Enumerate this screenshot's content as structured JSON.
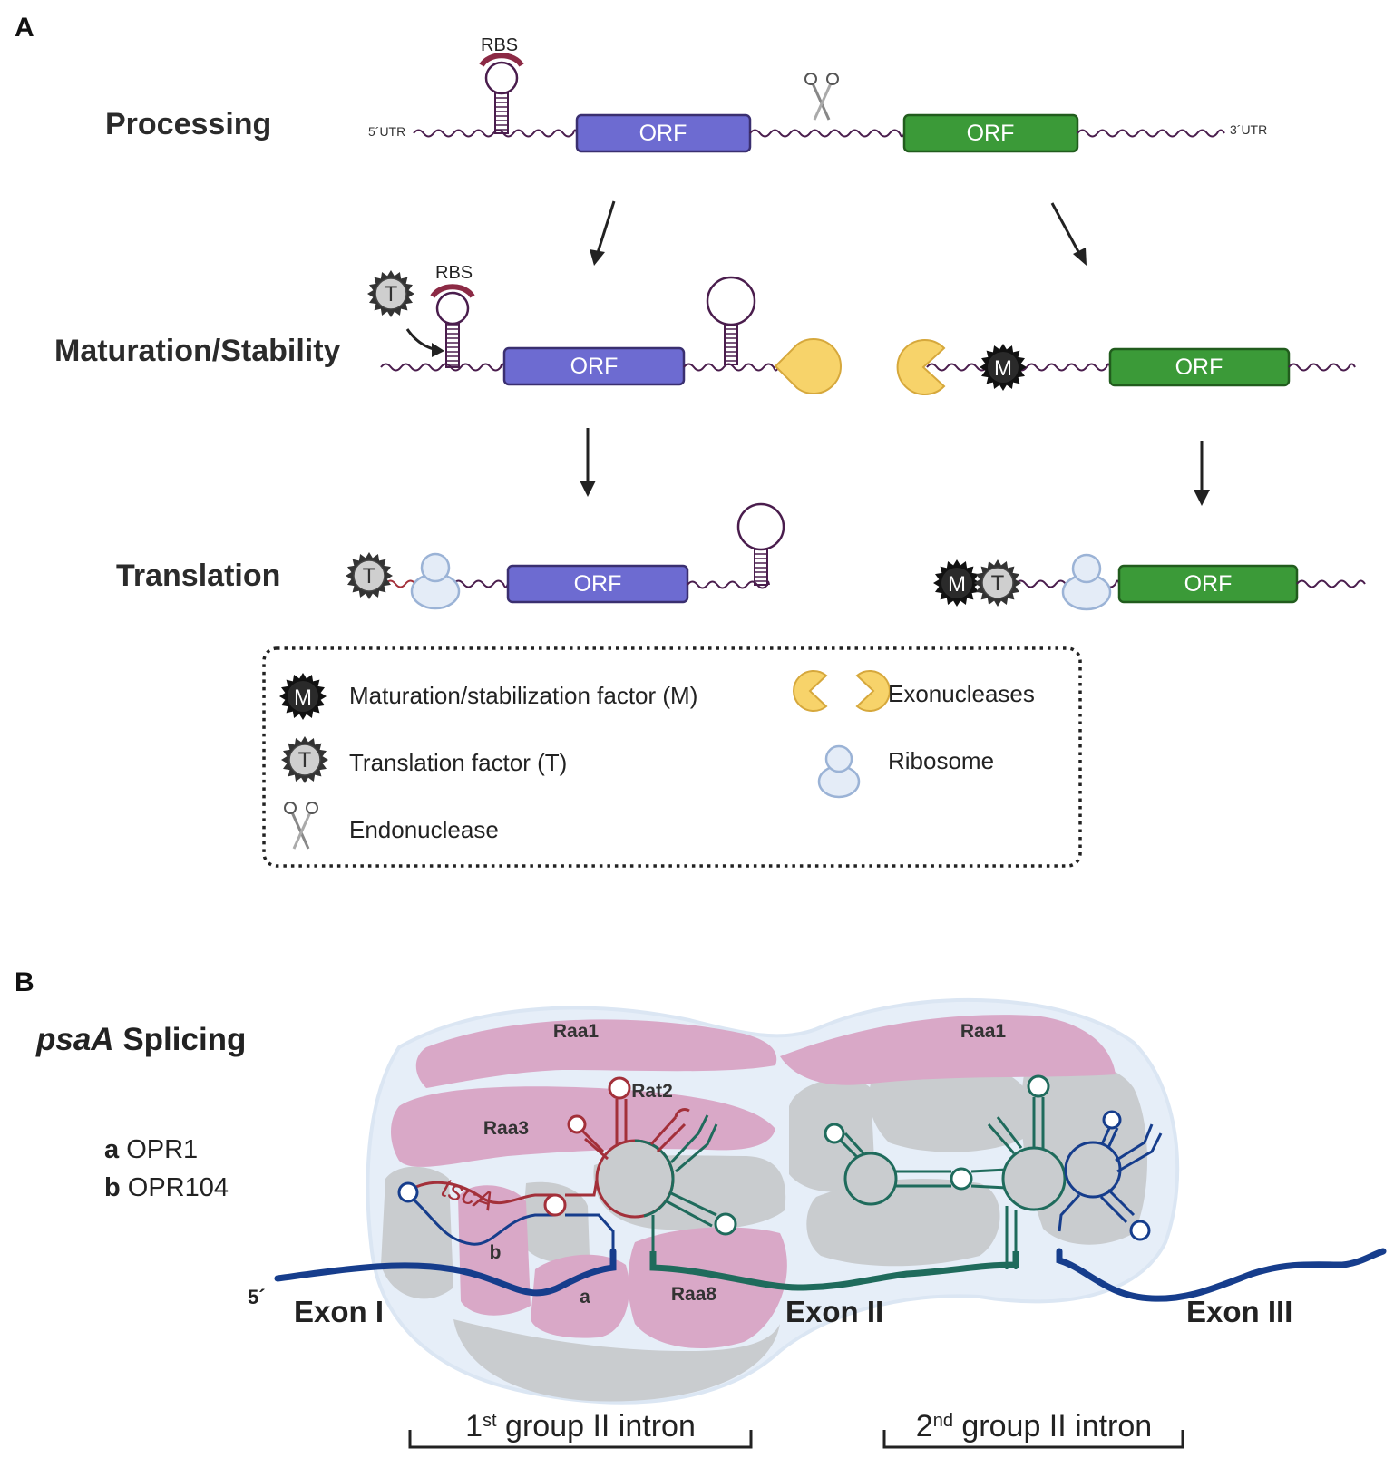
{
  "panel_a": {
    "letter": "A",
    "stages": {
      "processing": "Processing",
      "maturation": "Maturation/Stability",
      "translation": "Translation"
    },
    "utr5": "5´UTR",
    "utr3": "3´UTR",
    "rbs": "RBS",
    "orf": "ORF",
    "factor_m": "M",
    "factor_t": "T",
    "colors": {
      "orf_blue": "#6d6bd1",
      "orf_green": "#3b9a38",
      "rna": "#4a1d4d",
      "rbs": "#8c2a45",
      "exonuclease": "#f7d36a",
      "ribosome": "#b7cbe8"
    }
  },
  "legend": {
    "maturation_factor": "Maturation/stabilization factor (M)",
    "translation_factor": "Translation factor (T)",
    "endonuclease": "Endonuclease",
    "exonucleases": "Exonucleases",
    "ribosome": "Ribosome"
  },
  "panel_b": {
    "letter": "B",
    "title_gene": "psaA",
    "title_rest": " Splicing",
    "opr_a_key": "a",
    "opr_a_name": " OPR1",
    "opr_b_key": "b",
    "opr_b_name": " OPR104",
    "five_prime": "5´",
    "exon1": "Exon I",
    "exon2": "Exon II",
    "exon3": "Exon III",
    "raa1": "Raa1",
    "raa3": "Raa3",
    "rat2": "Rat2",
    "raa8": "Raa8",
    "tsca": "tscA",
    "region_a": "a",
    "region_b": "b",
    "intron1_num": "1",
    "intron1_sup": "st",
    "intron2_num": "2",
    "intron2_sup": "nd",
    "intron_text": " group II intron",
    "colors": {
      "exon": "#163d8c",
      "intron_green": "#1f6b5c",
      "tsca": "#a3303a",
      "pink": "#d9a8c7",
      "gray": "#c9cccf",
      "halo": "#e6eef8"
    }
  }
}
